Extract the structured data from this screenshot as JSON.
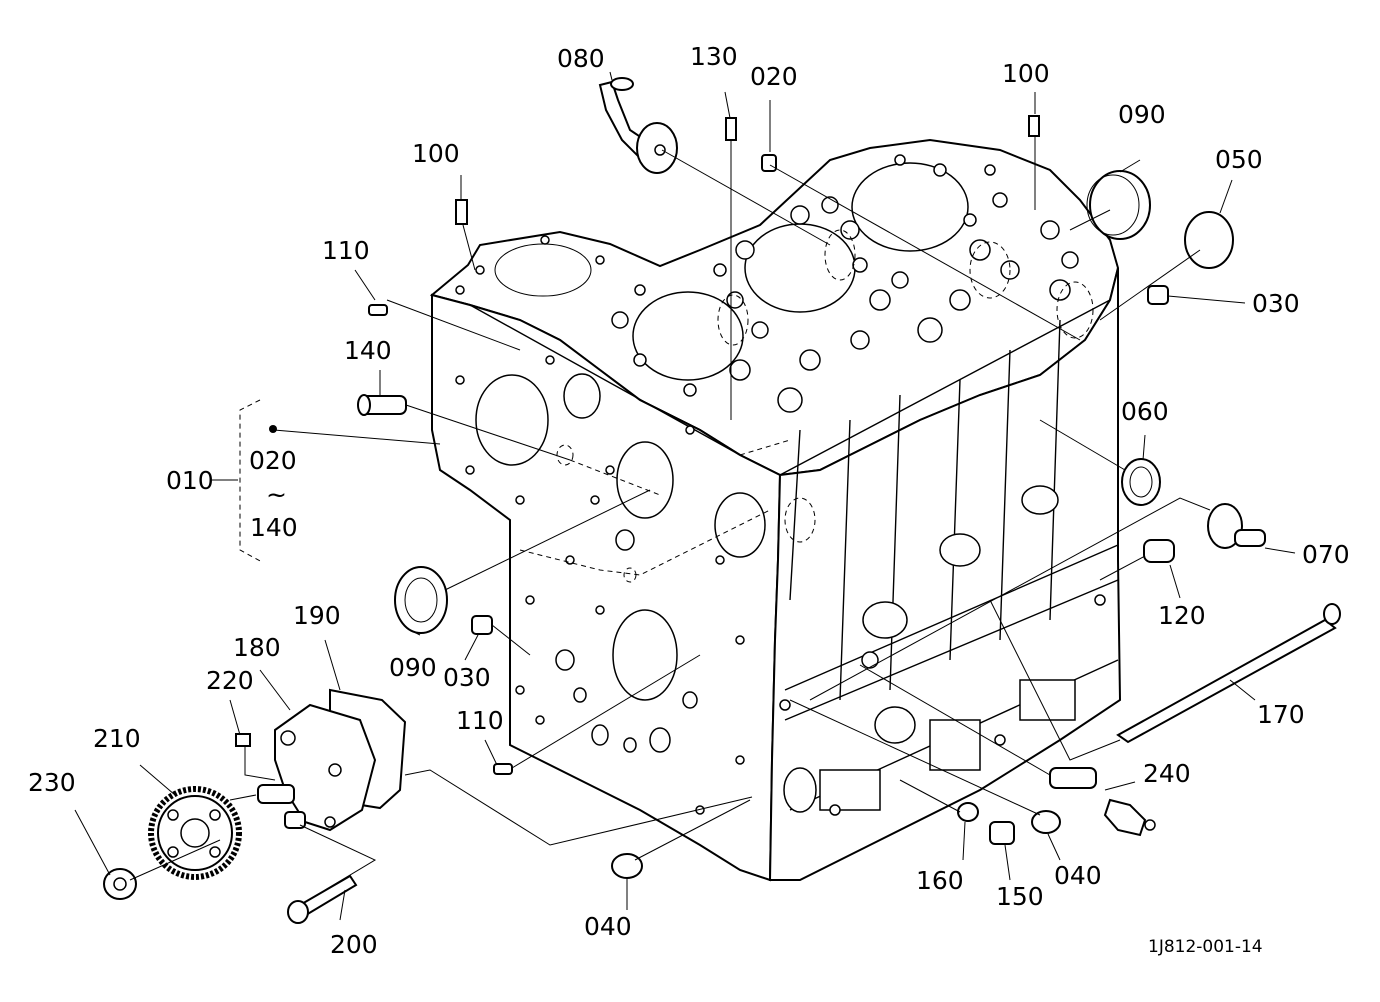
{
  "diagram": {
    "reference_code": "1J812-001-14",
    "group_label": {
      "number": "010",
      "range_start": "020",
      "range_sep": "~",
      "range_end": "140"
    },
    "part_labels": [
      "080",
      "130",
      "020",
      "100",
      "090",
      "050",
      "100",
      "110",
      "140",
      "030",
      "060",
      "070",
      "120",
      "090",
      "030",
      "110",
      "170",
      "190",
      "180",
      "220",
      "210",
      "230",
      "200",
      "040",
      "240",
      "160",
      "150",
      "040"
    ]
  }
}
